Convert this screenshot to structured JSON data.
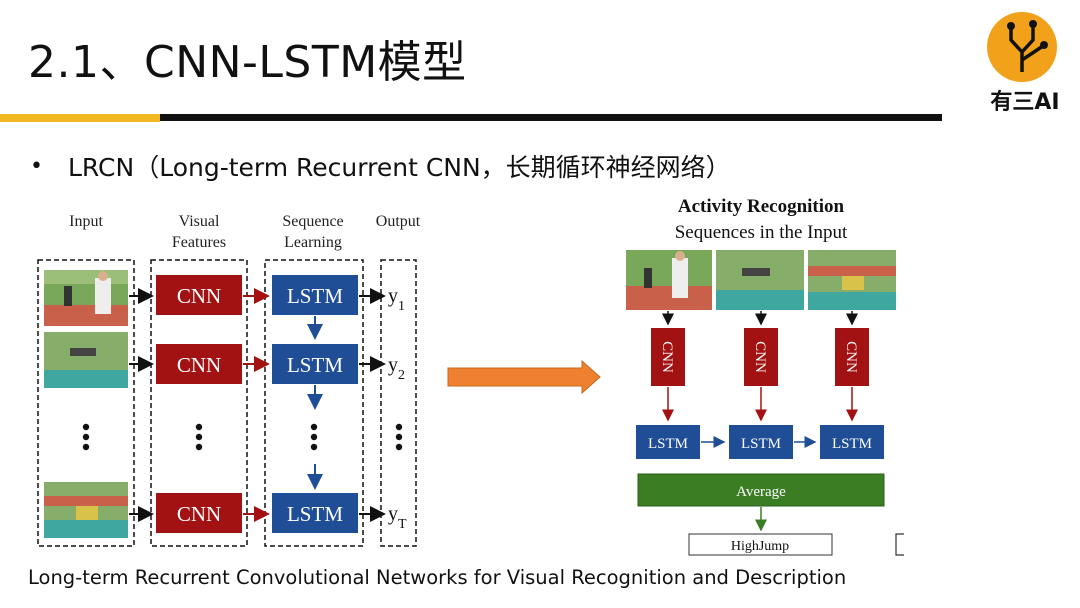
{
  "slide": {
    "title": "2.1、CNN-LSTM模型",
    "bullet": "LRCN（Long-term Recurrent CNN，长期循环神经网络）",
    "caption": "Long-term Recurrent Convolutional Networks for Visual Recognition and Description"
  },
  "logo": {
    "text": "有三AI"
  },
  "left_diagram": {
    "headers": {
      "input": "Input",
      "visual_1": "Visual",
      "visual_2": "Features",
      "sequence_1": "Sequence",
      "sequence_2": "Learning",
      "output": "Output"
    },
    "cnn_label": "CNN",
    "lstm_label": "LSTM",
    "outputs": [
      {
        "base": "y",
        "sub": "1"
      },
      {
        "base": "y",
        "sub": "2"
      },
      {
        "base": "y",
        "sub": "T"
      }
    ]
  },
  "right_diagram": {
    "title": "Activity Recognition",
    "subtitle": "Sequences in the Input",
    "cnn_label": "CNN",
    "lstm_label": "LSTM",
    "average_label": "Average",
    "result_label": "HighJump"
  },
  "colors": {
    "cnn": "#a31212",
    "lstm": "#1f4e96",
    "average": "#3a7d22",
    "accent_yellow": "#f2b822",
    "arrow_orange": "#ee8030"
  }
}
